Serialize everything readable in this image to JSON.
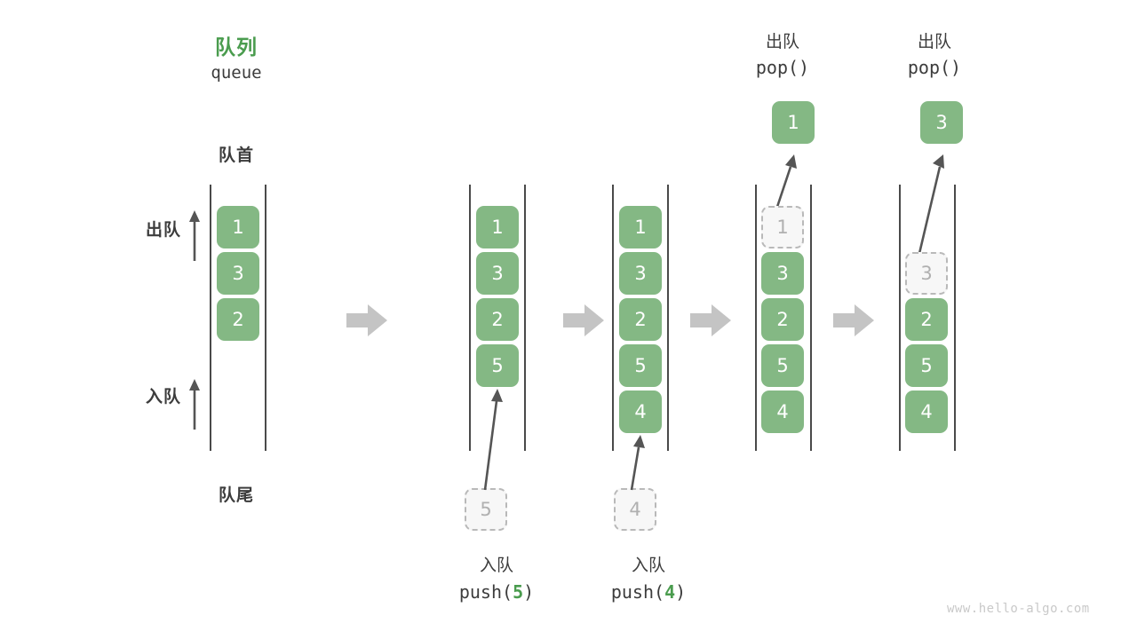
{
  "diagram": {
    "title_cn": "队列",
    "title_en": "queue",
    "head_label": "队首",
    "tail_label": "队尾",
    "dequeue_direction_label": "出队",
    "enqueue_direction_label": "入队",
    "watermark": "www.hello-algo.com",
    "accent_green": "#4a9c4e",
    "box_green": "#84b884",
    "ghost_gray": "#b0b0b0",
    "rail_gray": "#4a4a4a",
    "step_arrow_gray": "#c4c4c4"
  },
  "columns": [
    {
      "id": "initial",
      "caption_cn": "",
      "caption_code": "",
      "slots": [
        {
          "value": "1",
          "state": "filled"
        },
        {
          "value": "3",
          "state": "filled"
        },
        {
          "value": "2",
          "state": "filled"
        }
      ]
    },
    {
      "id": "push-5",
      "caption_cn": "入队",
      "caption_code": "push(5)",
      "caption_code_prefix": "push(",
      "caption_code_arg": "5",
      "caption_code_suffix": ")",
      "incoming_value": "5",
      "slots": [
        {
          "value": "1",
          "state": "filled"
        },
        {
          "value": "3",
          "state": "filled"
        },
        {
          "value": "2",
          "state": "filled"
        },
        {
          "value": "5",
          "state": "filled"
        }
      ]
    },
    {
      "id": "push-4",
      "caption_cn": "入队",
      "caption_code": "push(4)",
      "caption_code_prefix": "push(",
      "caption_code_arg": "4",
      "caption_code_suffix": ")",
      "incoming_value": "4",
      "slots": [
        {
          "value": "1",
          "state": "filled"
        },
        {
          "value": "3",
          "state": "filled"
        },
        {
          "value": "2",
          "state": "filled"
        },
        {
          "value": "5",
          "state": "filled"
        },
        {
          "value": "4",
          "state": "filled"
        }
      ]
    },
    {
      "id": "pop-1",
      "header_cn": "出队",
      "header_code": "pop()",
      "popped_value": "1",
      "slots": [
        {
          "value": "1",
          "state": "ghost"
        },
        {
          "value": "3",
          "state": "filled"
        },
        {
          "value": "2",
          "state": "filled"
        },
        {
          "value": "5",
          "state": "filled"
        },
        {
          "value": "4",
          "state": "filled"
        }
      ]
    },
    {
      "id": "pop-3",
      "header_cn": "出队",
      "header_code": "pop()",
      "popped_value": "3",
      "slots": [
        {
          "value": "",
          "state": "empty"
        },
        {
          "value": "3",
          "state": "ghost"
        },
        {
          "value": "2",
          "state": "filled"
        },
        {
          "value": "5",
          "state": "filled"
        },
        {
          "value": "4",
          "state": "filled"
        }
      ]
    }
  ]
}
